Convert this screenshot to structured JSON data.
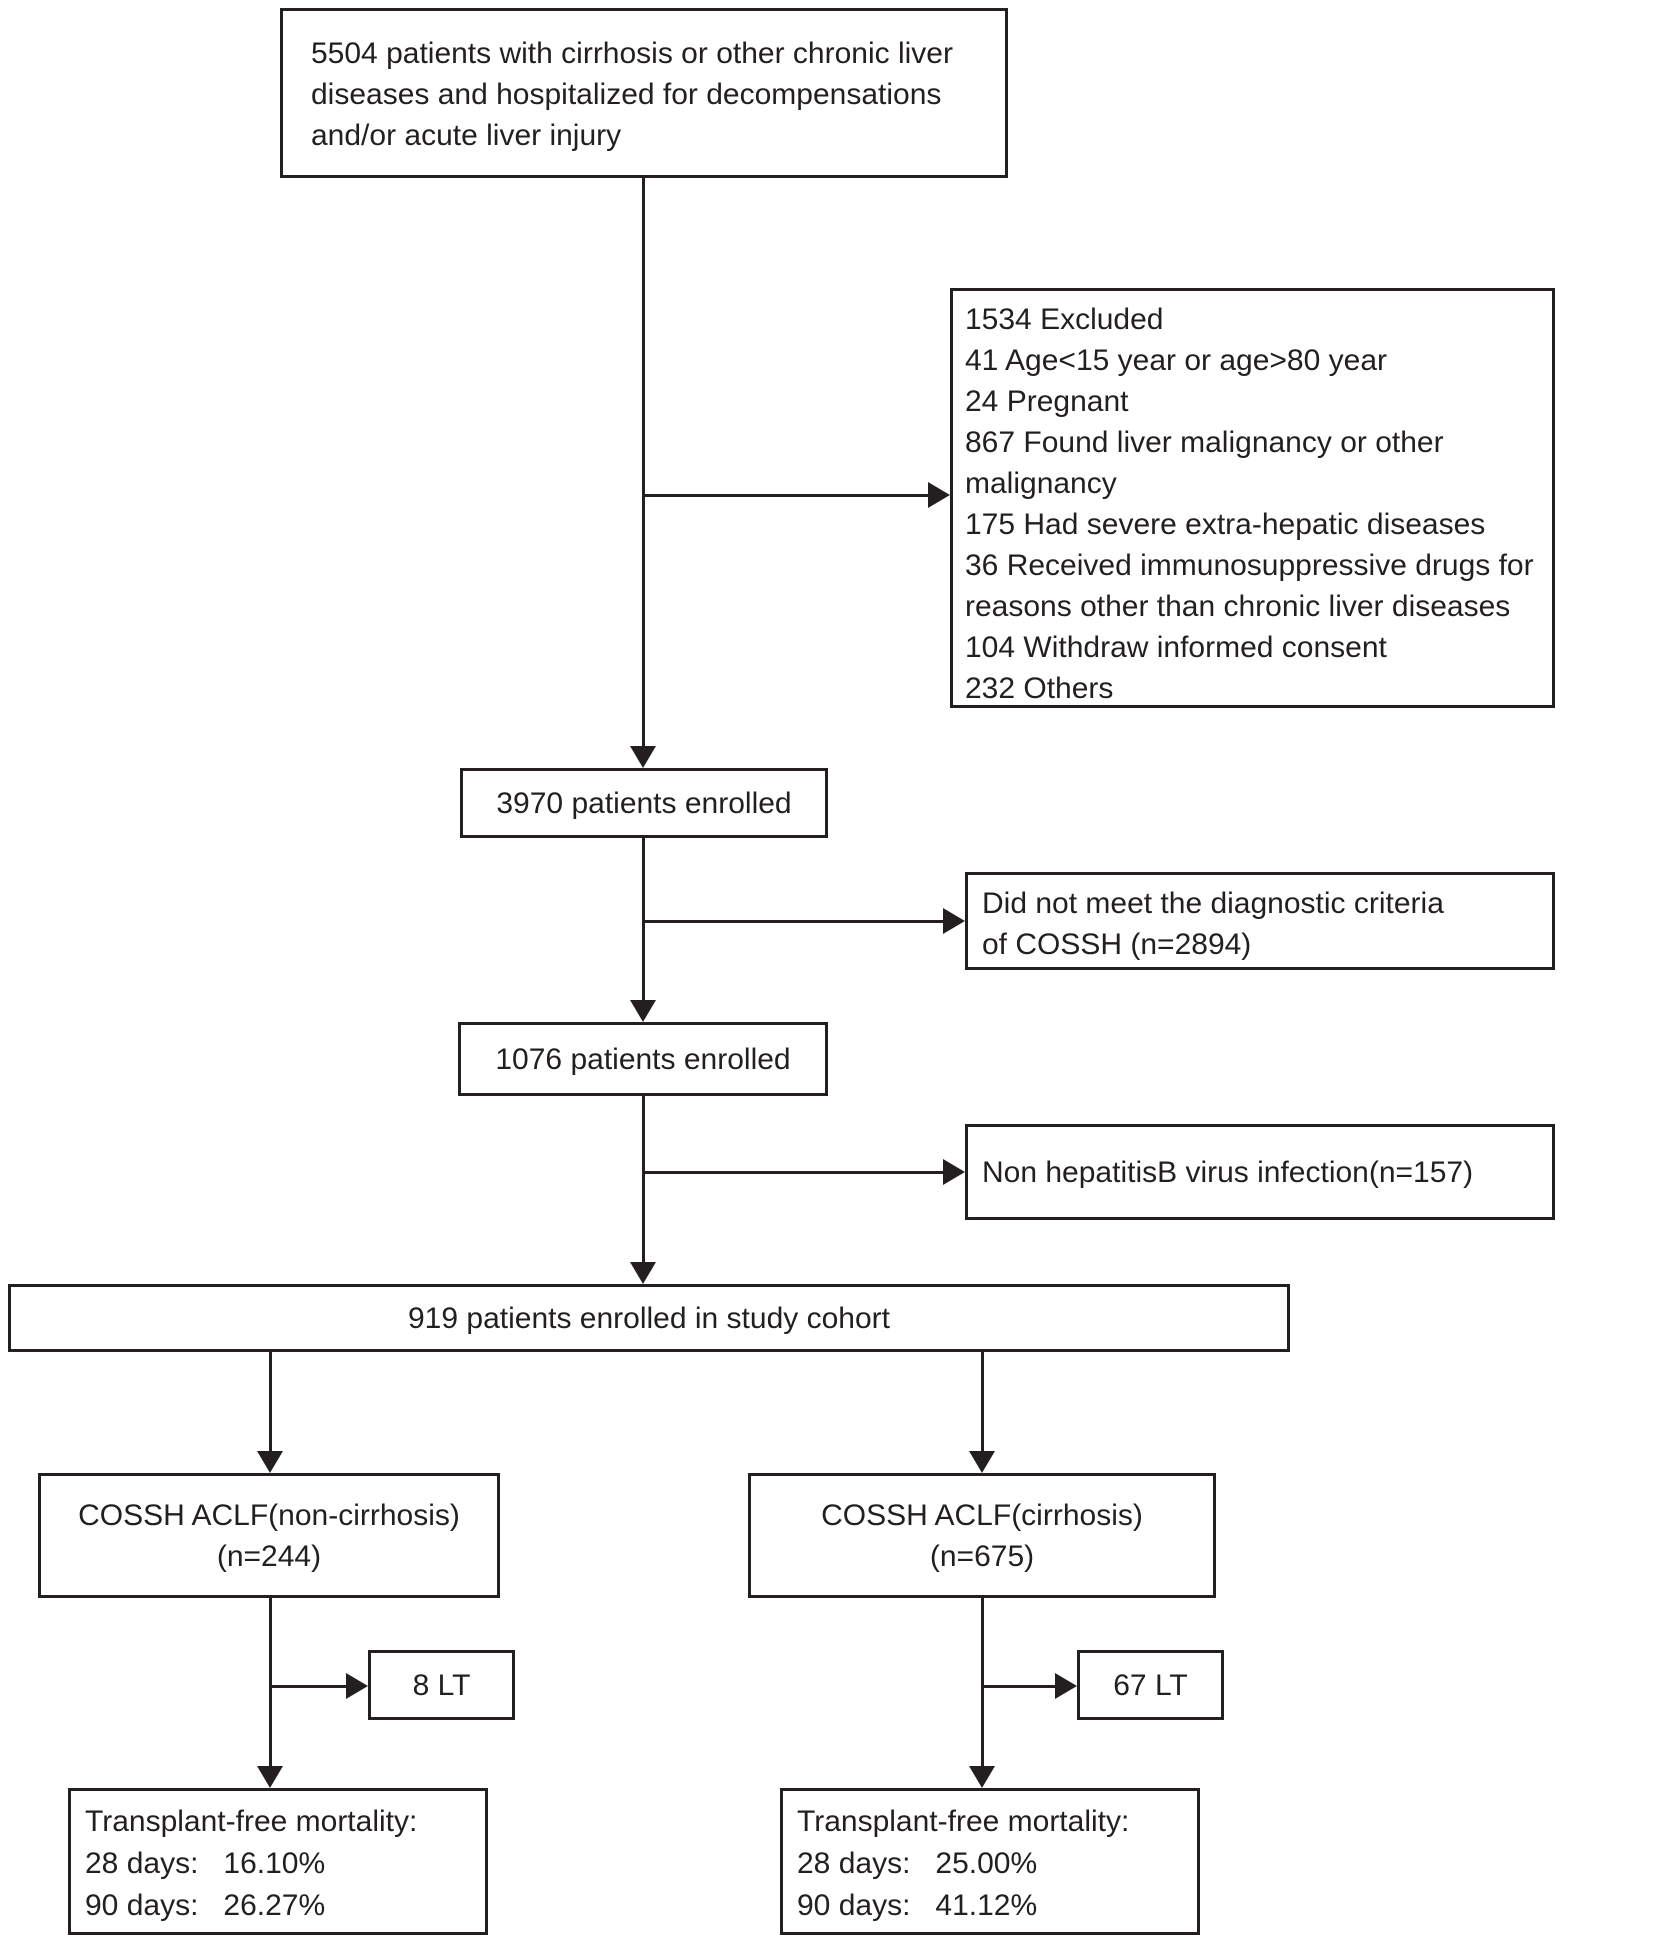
{
  "figure": {
    "title": "Patient enrollment flowchart",
    "ink_color": "#231f20",
    "background_color": "#ffffff"
  },
  "nodes": {
    "initial": {
      "text": "5504 patients with cirrhosis or other chronic liver\ndiseases and hospitalized for decompensations\nand/or acute liver injury"
    },
    "excluded": {
      "text": "1534 Excluded\n41 Age<15 year or age>80 year\n24 Pregnant\n867 Found liver malignancy or other\nmalignancy\n175 Had severe extra-hepatic diseases\n36 Received immunosuppressive drugs for\nreasons other than chronic liver diseases\n104 Withdraw informed consent\n232 Others"
    },
    "enrolled_3970": {
      "text": "3970 patients enrolled"
    },
    "not_meet_cossh": {
      "text": "Did not meet the diagnostic criteria\nof COSSH (n=2894)"
    },
    "enrolled_1076": {
      "text": "1076 patients enrolled"
    },
    "non_hbv": {
      "text": "Non hepatitisB virus infection(n=157)"
    },
    "study_cohort": {
      "text": "919 patients enrolled in study cohort"
    },
    "cossh_non_cirrhosis": {
      "text": "COSSH ACLF(non-cirrhosis)\n(n=244)"
    },
    "cossh_cirrhosis": {
      "text": "COSSH ACLF(cirrhosis)\n(n=675)"
    },
    "lt_left": {
      "text": "8 LT"
    },
    "lt_right": {
      "text": "67 LT"
    },
    "mortality_left": {
      "text": "Transplant-free mortality:\n28 days:   16.10%\n90 days:   26.27%"
    },
    "mortality_right": {
      "text": "Transplant-free mortality:\n28 days:   25.00%\n90 days:   41.12%"
    }
  }
}
